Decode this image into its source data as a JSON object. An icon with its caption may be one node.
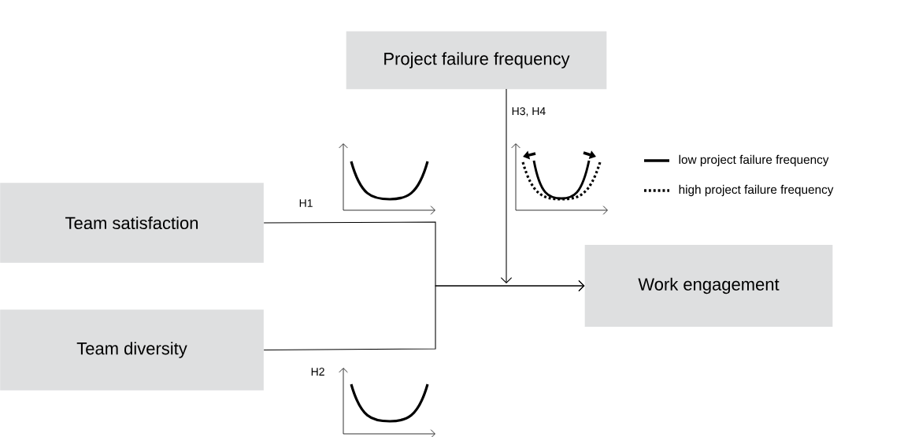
{
  "diagram": {
    "nodes": [
      {
        "text": [
          "Project failure frequency"
        ]
      },
      {
        "text": [
          "Team satisfaction"
        ]
      },
      {
        "text": [
          "Team diversity"
        ]
      },
      {
        "text": [
          "Work engagement"
        ]
      }
    ],
    "edges": [
      {
        "from": 1,
        "to": 3,
        "arrow": "to",
        "label": "H1"
      },
      {
        "from": 2,
        "to": 3,
        "arrow": "to",
        "label": "H2"
      },
      {
        "from": 0,
        "to": null,
        "arrow": "to",
        "label": "H3, H4"
      }
    ],
    "legend": [
      {
        "text": "low project failure frequency"
      },
      {
        "text": "high project failure frequency"
      }
    ]
  }
}
